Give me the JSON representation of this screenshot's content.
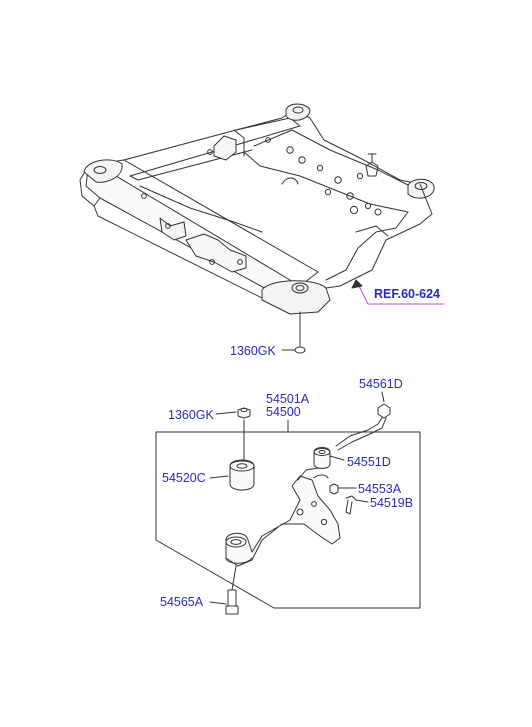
{
  "labels": {
    "ref_60_624": "REF.60-624",
    "p1360gk_top": "1360GK",
    "p54501a": "54501A",
    "p54500": "54500",
    "p54561d": "54561D",
    "p1360gk_arm": "1360GK",
    "p54520c": "54520C",
    "p54551d": "54551D",
    "p54553a": "54553A",
    "p54519b": "54519B",
    "p54565a": "54565A"
  },
  "colors": {
    "label_text": "#2a2ab8",
    "line_art": "#333333",
    "ref_underline": "#c050c0"
  }
}
